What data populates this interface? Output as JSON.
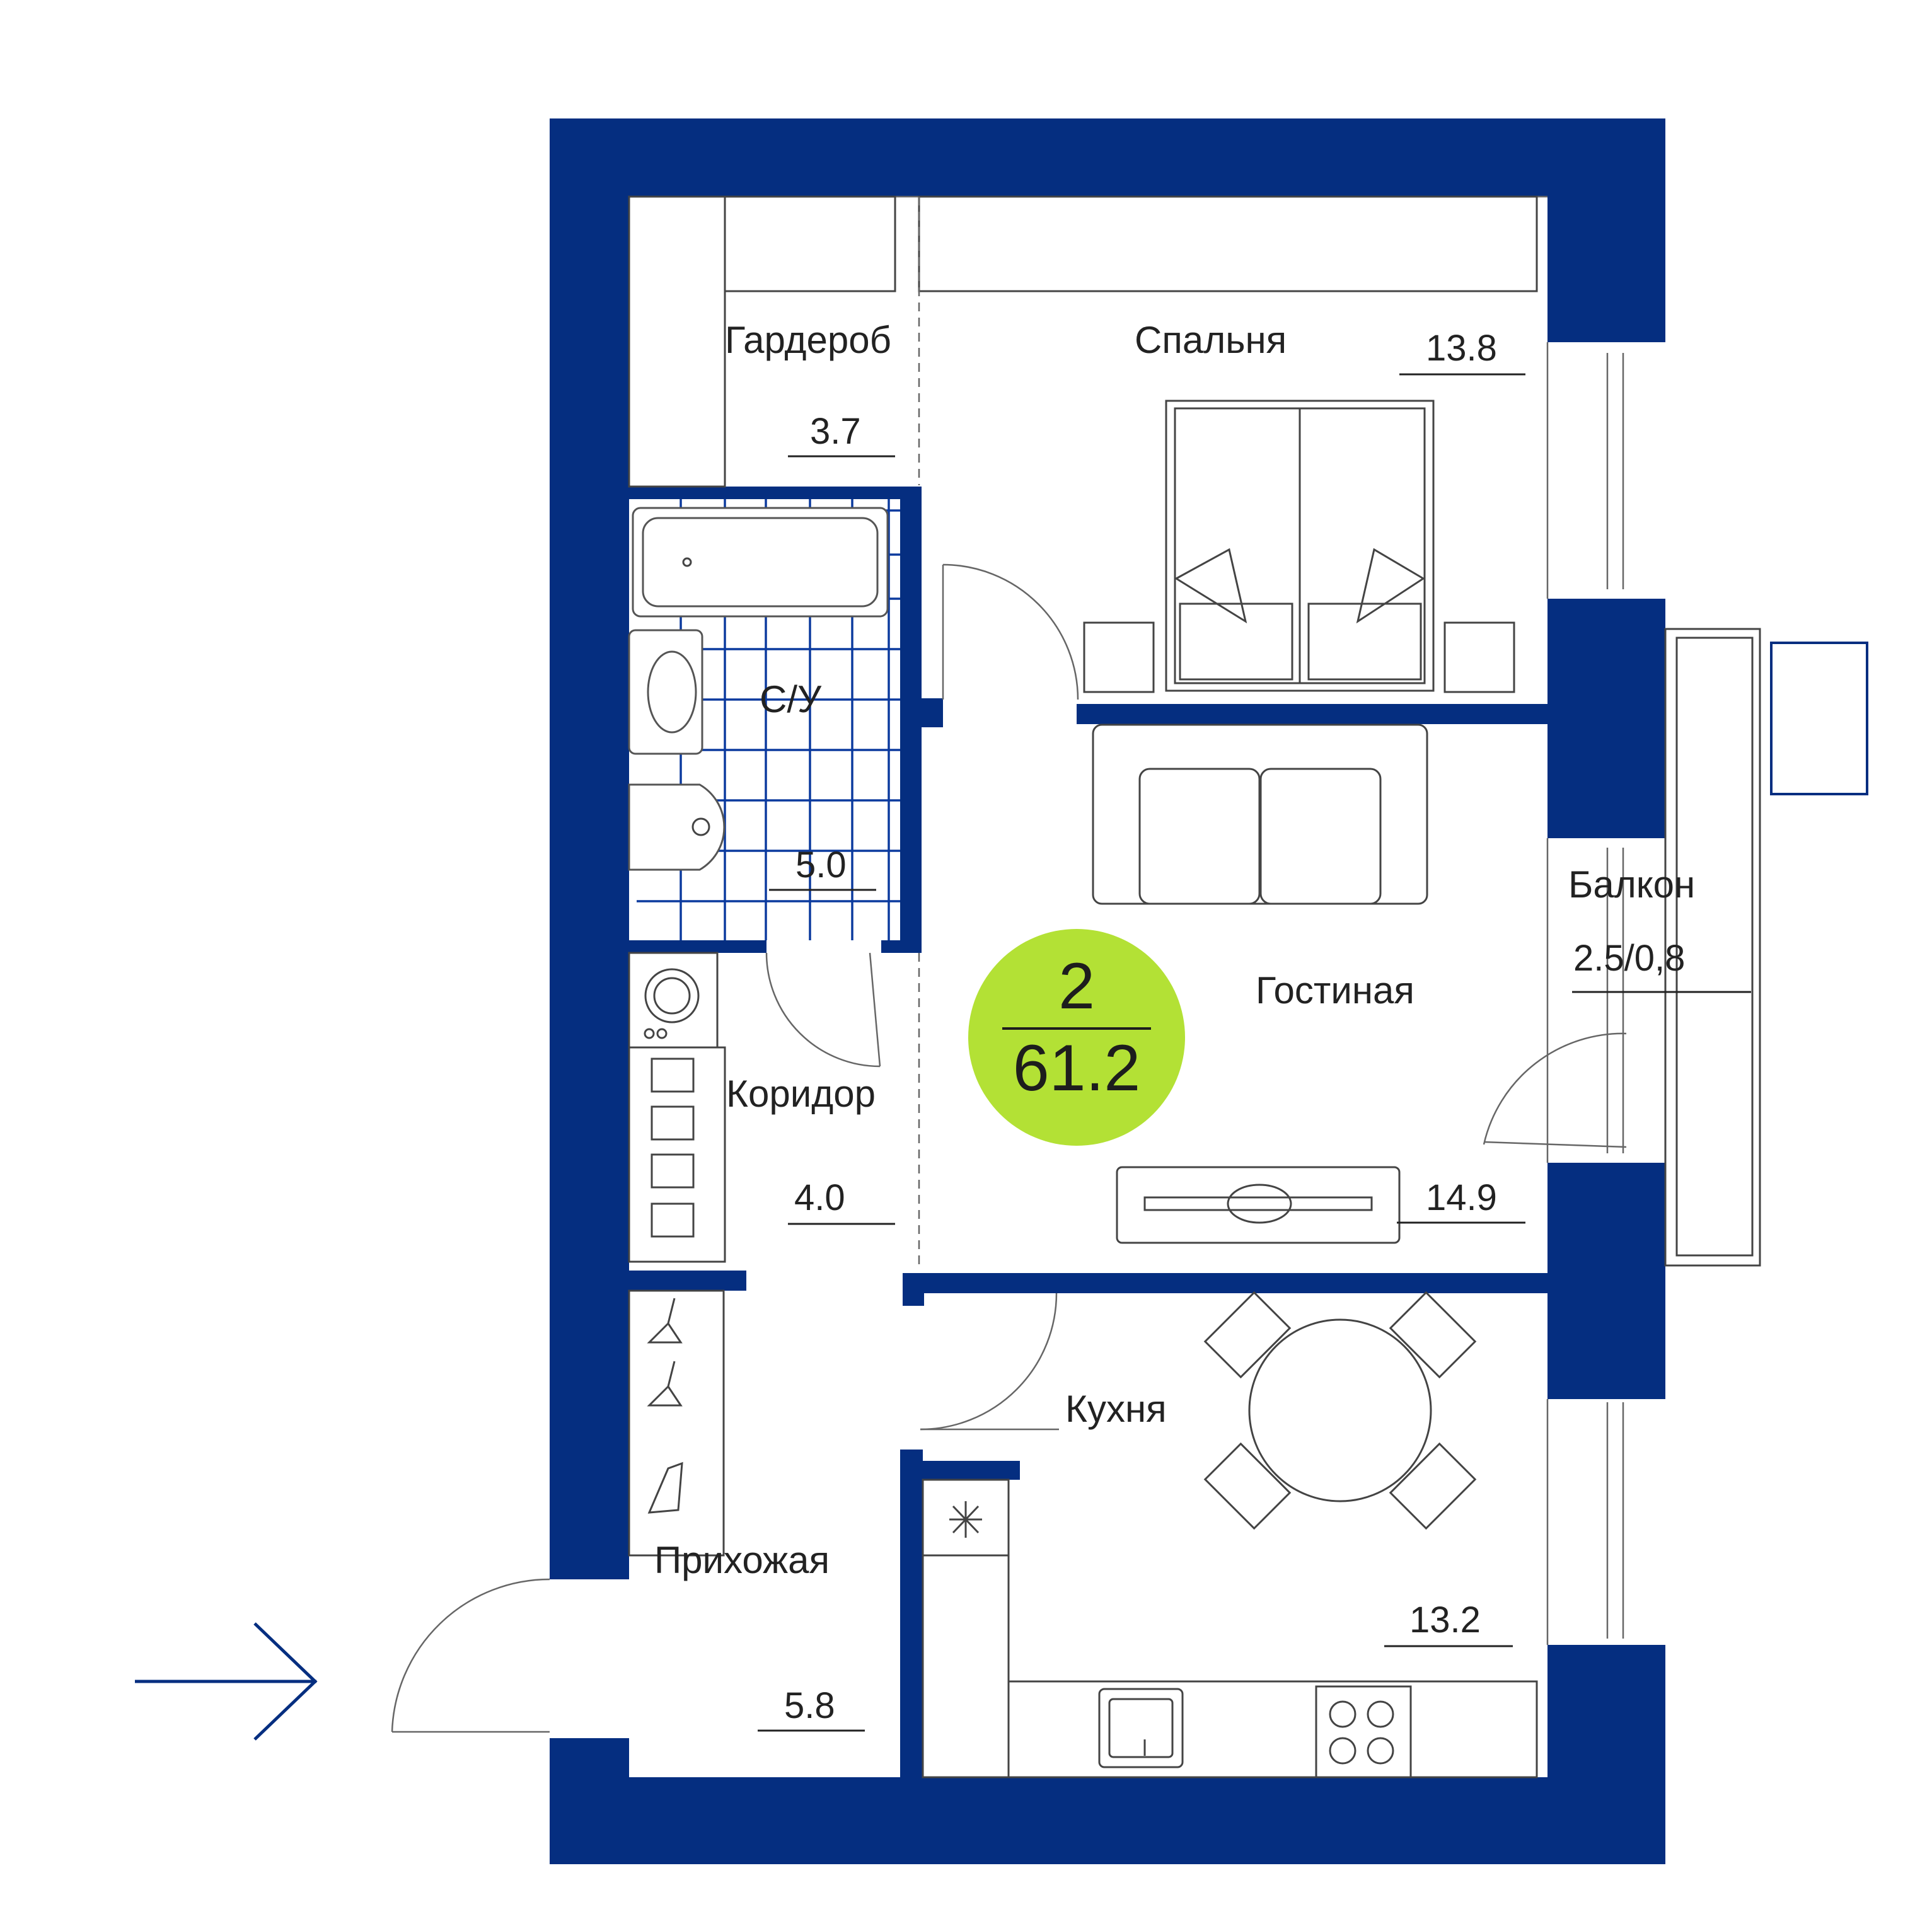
{
  "apartment": {
    "rooms_count": "2",
    "total_area": "61.2",
    "badge_color": "#b3e135",
    "wall_color": "#052e80"
  },
  "rooms": {
    "wardrobe": {
      "name": "Гардероб",
      "area": "3.7"
    },
    "bedroom": {
      "name": "Спальня",
      "area": "13.8"
    },
    "bathroom": {
      "name": "С/У",
      "area": "5.0"
    },
    "corridor": {
      "name": "Коридор",
      "area": "4.0"
    },
    "living": {
      "name": "Гостиная",
      "area": "14.9"
    },
    "balcony": {
      "name": "Балкон",
      "area": "2.5/0,8"
    },
    "kitchen": {
      "name": "Кухня",
      "area": "13.2"
    },
    "hallway": {
      "name": "Прихожая",
      "area": "5.8"
    }
  },
  "icons": {
    "entrance": "arrow-right-icon",
    "hanger": "hanger-icon",
    "shelf": "shelf-icon",
    "shoe": "shoe-icon",
    "washer": "washing-machine-icon",
    "fridge": "fridge-icon",
    "stove": "stove-icon",
    "sink": "sink-icon"
  }
}
